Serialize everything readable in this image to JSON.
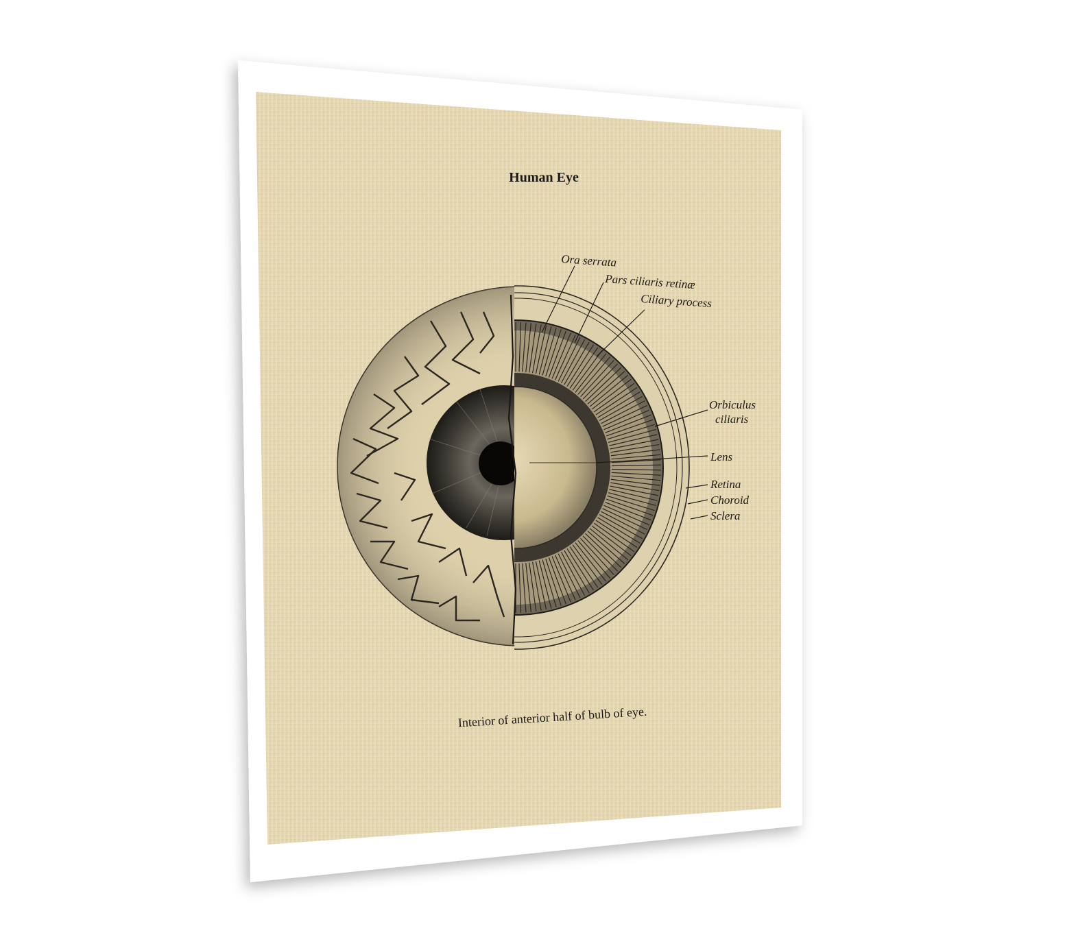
{
  "poster": {
    "title": "Human Eye",
    "caption": "Interior of anterior half of bulb of eye.",
    "colors": {
      "paper": "#ffffff",
      "linen": "#e6d8b4",
      "ink": "#1c1a16"
    }
  },
  "diagram": {
    "labels": [
      {
        "id": "ora-serrata",
        "text": "Ora serrata"
      },
      {
        "id": "pars-ciliaris-retinae",
        "text": "Pars ciliaris retinæ"
      },
      {
        "id": "ciliary-process",
        "text": "Ciliary process"
      },
      {
        "id": "orbiculus-ciliaris-1",
        "text": "Orbiculus"
      },
      {
        "id": "orbiculus-ciliaris-2",
        "text": "ciliaris"
      },
      {
        "id": "lens",
        "text": "Lens"
      },
      {
        "id": "retina",
        "text": "Retina"
      },
      {
        "id": "choroid",
        "text": "Choroid"
      },
      {
        "id": "sclera",
        "text": "Sclera"
      }
    ]
  }
}
